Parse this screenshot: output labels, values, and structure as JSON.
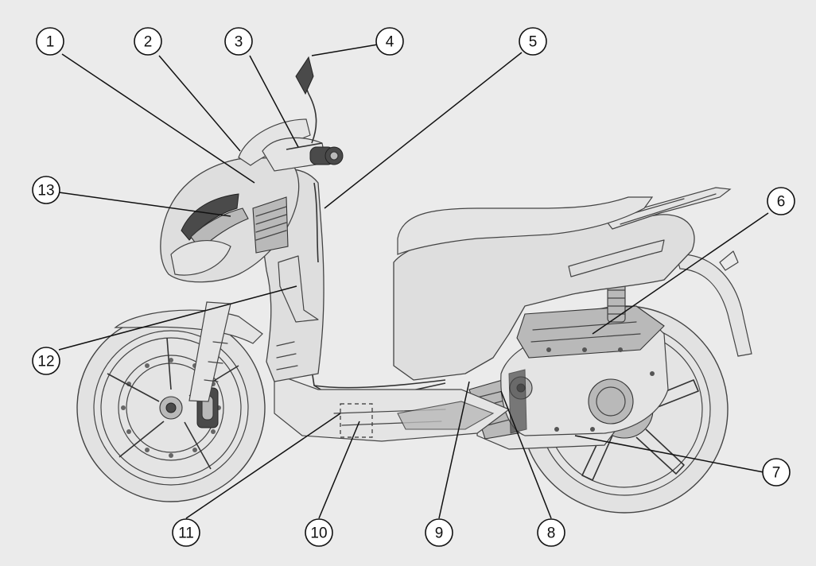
{
  "colors": {
    "background": "#ebebeb",
    "line": "#111111",
    "callout_fill": "#ffffff"
  },
  "callouts": [
    {
      "label": "1"
    },
    {
      "label": "2"
    },
    {
      "label": "3"
    },
    {
      "label": "4"
    },
    {
      "label": "5"
    },
    {
      "label": "6"
    },
    {
      "label": "7"
    },
    {
      "label": "8"
    },
    {
      "label": "9"
    },
    {
      "label": "10"
    },
    {
      "label": "11"
    },
    {
      "label": "12"
    },
    {
      "label": "13"
    }
  ]
}
